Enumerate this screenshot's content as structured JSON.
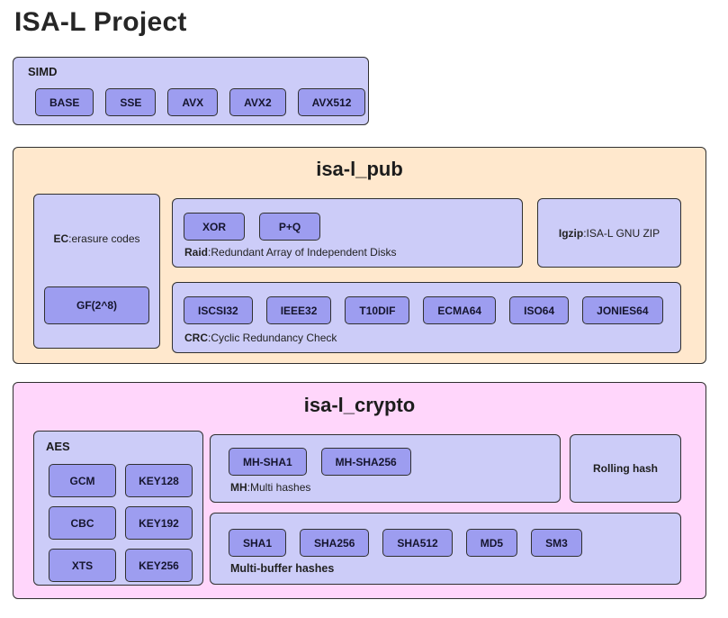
{
  "page_title": "ISA-L Project",
  "colors": {
    "chip": "#9d9df0",
    "panel": "#ccccf8",
    "pub_bg": "#ffe8cd",
    "crypto_bg": "#ffd6fb",
    "border": "#303030"
  },
  "simd": {
    "label": "SIMD",
    "chips": [
      "BASE",
      "SSE",
      "AVX",
      "AVX2",
      "AVX512"
    ]
  },
  "pub": {
    "title": "isa-l_pub",
    "ec": {
      "term": "EC",
      "desc": ":erasure codes",
      "chip": "GF(2^8)"
    },
    "raid": {
      "chips": [
        "XOR",
        "P+Q"
      ],
      "term": "Raid",
      "desc": ":Redundant Array of Independent Disks"
    },
    "igzip": {
      "term": "Igzip",
      "desc": ":ISA-L GNU ZIP"
    },
    "crc": {
      "chips": [
        "ISCSI32",
        "IEEE32",
        "T10DIF",
        "ECMA64",
        "ISO64",
        "JONIES64"
      ],
      "term": "CRC",
      "desc": ":Cyclic Redundancy Check"
    }
  },
  "crypto": {
    "title": "isa-l_crypto",
    "aes": {
      "label": "AES",
      "chips": [
        "GCM",
        "KEY128",
        "CBC",
        "KEY192",
        "XTS",
        "KEY256"
      ]
    },
    "mh": {
      "chips": [
        "MH-SHA1",
        "MH-SHA256"
      ],
      "term": "MH",
      "desc": ":Multi hashes"
    },
    "rolling": {
      "label": "Rolling hash"
    },
    "multibuffer": {
      "label": "Multi-buffer hashes",
      "chips": [
        "SHA1",
        "SHA256",
        "SHA512",
        "MD5",
        "SM3"
      ]
    }
  }
}
